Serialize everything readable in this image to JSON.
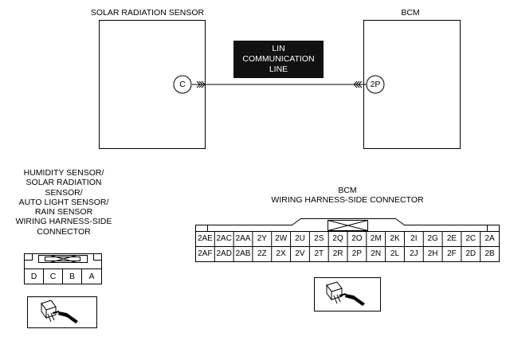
{
  "top": {
    "sensor_title": "SOLAR RADIATION SENSOR",
    "bcm_title": "BCM",
    "sensor_terminal": "C",
    "bcm_terminal": "2P",
    "line_label": [
      "LIN",
      "COMMUNICATION",
      "LINE"
    ]
  },
  "left_connector": {
    "title_lines": [
      "HUMIDITY SENSOR/",
      "SOLAR RADIATION",
      "SENSOR/",
      "AUTO LIGHT SENSOR/",
      "RAIN SENSOR",
      "WIRING HARNESS-SIDE",
      "CONNECTOR"
    ],
    "pins": [
      "D",
      "C",
      "B",
      "A"
    ]
  },
  "bcm_connector": {
    "title_lines": [
      "BCM",
      "WIRING HARNESS-SIDE CONNECTOR"
    ],
    "row1": [
      "2AE",
      "2AC",
      "2AA",
      "2Y",
      "2W",
      "2U",
      "2S",
      "2Q",
      "2O",
      "2M",
      "2K",
      "2I",
      "2G",
      "2E",
      "2C",
      "2A"
    ],
    "row2": [
      "2AF",
      "2AD",
      "2AB",
      "2Z",
      "2X",
      "2V",
      "2T",
      "2R",
      "2P",
      "2N",
      "2L",
      "2J",
      "2H",
      "2F",
      "2D",
      "2B"
    ]
  }
}
